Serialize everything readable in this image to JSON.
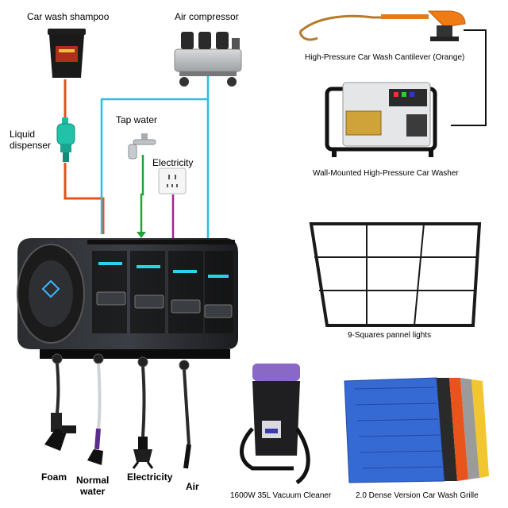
{
  "labels": {
    "shampoo": "Car wash shampoo",
    "compressor": "Air compressor",
    "cantilever": "High-Pressure  Car Wash Cantilever (Orange)",
    "washer": "Wall-Mounted High-Pressure Car Washer",
    "liquid_dispenser": "Liquid\ndispenser",
    "tap_water": "Tap water",
    "electricity_top": "Electricity",
    "panel_lights": "9-Squares pannel lights",
    "vacuum": "1600W 35L Vacuum Cleaner",
    "grille": "2.0 Dense Version Car Wash Grille",
    "hose_foam": "Foam",
    "hose_water": "Normal\nwater",
    "hose_electricity": "Electricity",
    "hose_air": "Air"
  },
  "line_colors": {
    "shampoo_line": "#e8501e",
    "tap_line": "#22a33a",
    "electric_line": "#9b2a8a",
    "air_line": "#27c0e0",
    "black_line": "#111111"
  }
}
